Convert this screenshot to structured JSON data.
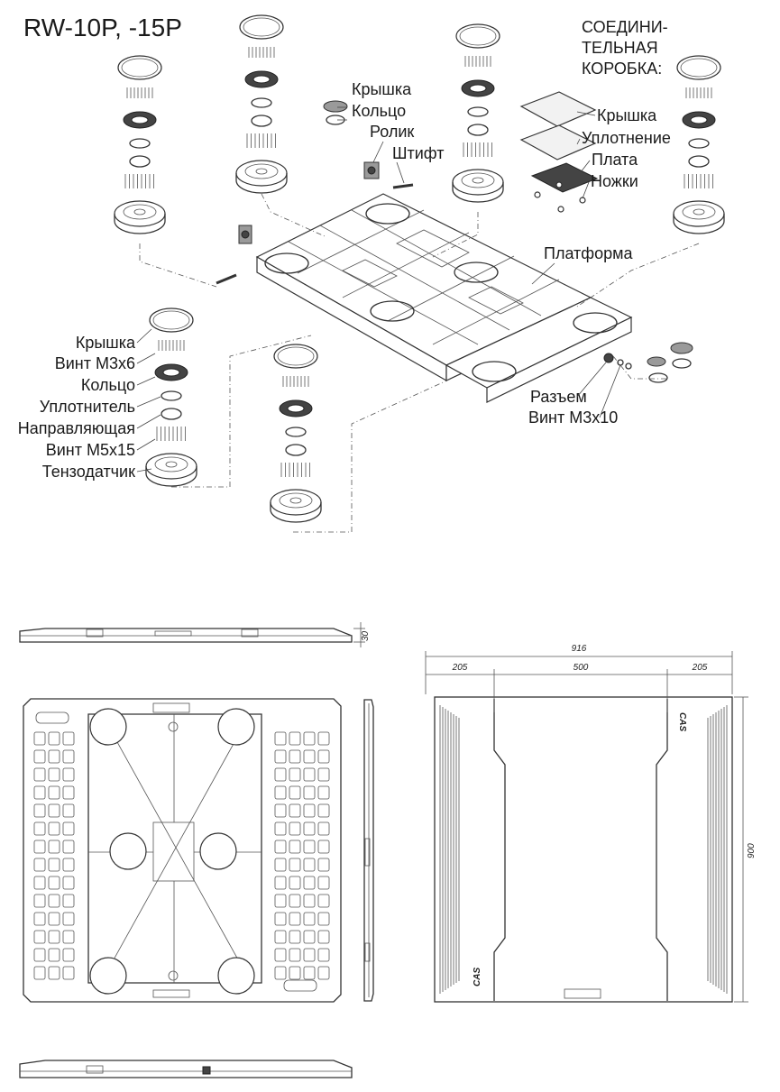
{
  "title": "RW-10P, -15P",
  "junction_box_label": "СОЕДИНИ-\nТЕЛЬНАЯ\nКОРОБКА:",
  "labels_top_center": {
    "cover": "Крышка",
    "ring": "Кольцо",
    "roller": "Ролик",
    "pin": "Штифт"
  },
  "labels_junction": {
    "cover": "Крышка",
    "gasket": "Уплотнение",
    "board": "Плата",
    "legs": "Ножки"
  },
  "label_platform": "Платформа",
  "labels_loadcell": [
    "Крышка",
    "Винт М3х6",
    "Кольцо",
    "Уплотнитель",
    "Направляющая",
    "Винт М5х15",
    "Тензодатчик"
  ],
  "labels_connector": {
    "connector": "Разъем",
    "screw": "Винт М3х10"
  },
  "dimensions": {
    "height": "30",
    "total_width": "916",
    "left_margin": "205",
    "center": "500",
    "right_margin": "205",
    "depth": "900"
  },
  "brand_marks": [
    "CAS",
    "CAS"
  ]
}
